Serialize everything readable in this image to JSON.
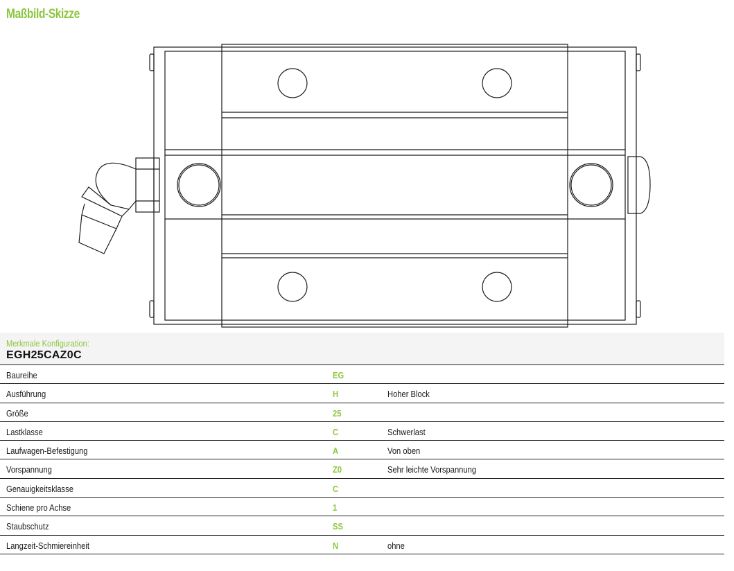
{
  "section_title": "Maßbild-Skizze",
  "config": {
    "label": "Merkmale Konfiguration:",
    "code": "EGH25CAZ0C"
  },
  "rows": [
    {
      "name": "Baureihe",
      "code": "EG",
      "desc": ""
    },
    {
      "name": "Ausführung",
      "code": "H",
      "desc": "Hoher Block"
    },
    {
      "name": "Größe",
      "code": "25",
      "desc": ""
    },
    {
      "name": "Lastklasse",
      "code": "C",
      "desc": "Schwerlast"
    },
    {
      "name": "Laufwagen-Befestigung",
      "code": "A",
      "desc": "Von oben"
    },
    {
      "name": "Vorspannung",
      "code": "Z0",
      "desc": "Sehr leichte Vorspannung"
    },
    {
      "name": "Genauigkeitsklasse",
      "code": "C",
      "desc": ""
    },
    {
      "name": "Schiene pro Achse",
      "code": "1",
      "desc": ""
    },
    {
      "name": "Staubschutz",
      "code": "SS",
      "desc": ""
    },
    {
      "name": "Langzeit-Schmiereinheit",
      "code": "N",
      "desc": "ohne"
    }
  ],
  "colors": {
    "accent": "#8cc63f",
    "line": "#222222"
  }
}
